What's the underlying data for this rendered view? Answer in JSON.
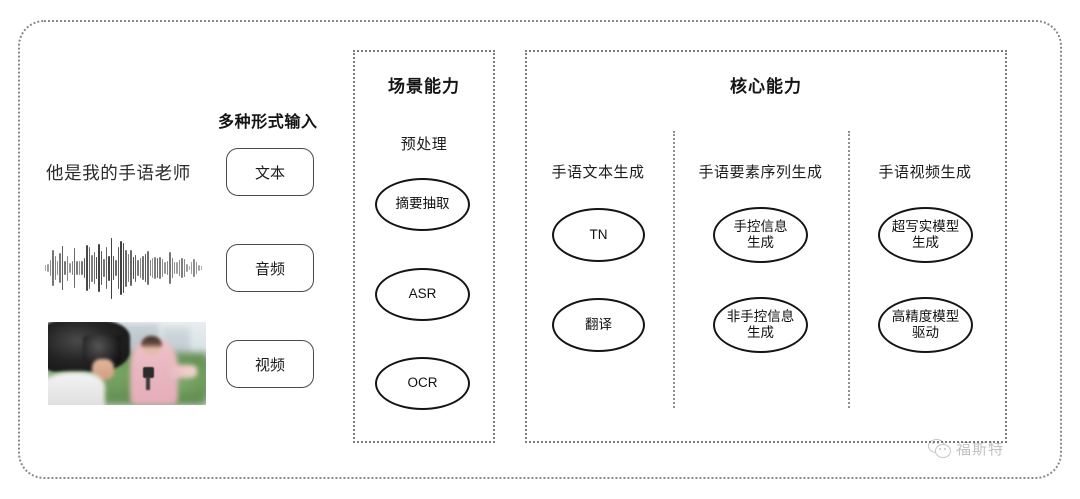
{
  "frame": {
    "name": "outer-dotted-frame"
  },
  "input_section": {
    "heading": "多种形式输入",
    "sample_text": "他是我的手语老师",
    "modalities": [
      {
        "label": "文本",
        "icon": "text-icon"
      },
      {
        "label": "音频",
        "icon": "waveform-icon"
      },
      {
        "label": "视频",
        "icon": "video-thumbnail-icon"
      }
    ]
  },
  "scene_panel": {
    "title": "场景能力",
    "subtitle": "预处理",
    "nodes": [
      {
        "label": "摘要抽取"
      },
      {
        "label": "ASR"
      },
      {
        "label": "OCR"
      }
    ]
  },
  "core_panel": {
    "title": "核心能力",
    "columns": [
      {
        "header": "手语文本生成",
        "nodes": [
          {
            "label": "TN"
          },
          {
            "label": "翻译"
          }
        ]
      },
      {
        "header": "手语要素序列生成",
        "nodes": [
          {
            "label": "手控信息\n生成"
          },
          {
            "label": "非手控信息\n生成"
          }
        ]
      },
      {
        "header": "手语视频生成",
        "nodes": [
          {
            "label": "超写实模型\n生成"
          },
          {
            "label": "高精度模型\n驱动"
          }
        ]
      }
    ]
  },
  "watermark": {
    "text": "福斯特",
    "icon": "wechat-bubbles-icon"
  },
  "colors": {
    "background": "#ffffff",
    "frame_border": "#8a8a8a",
    "panel_border": "#7c7c7c",
    "node_stroke": "#141414",
    "chip_stroke": "#4a4a4a",
    "text": "#1b1b1b"
  }
}
